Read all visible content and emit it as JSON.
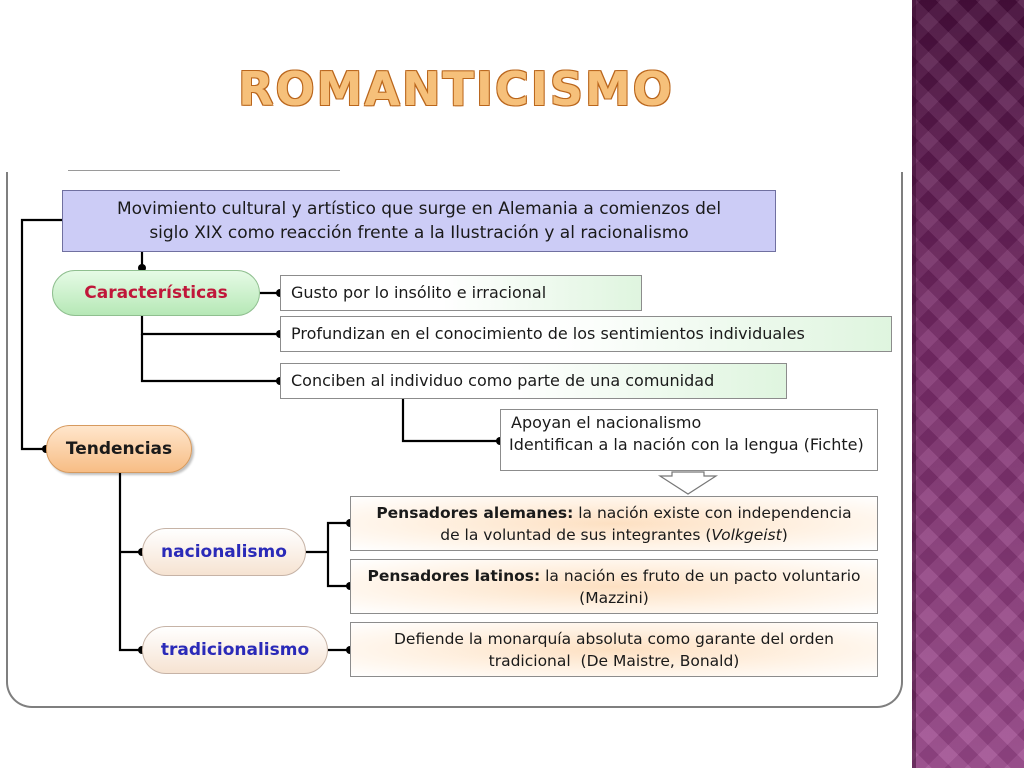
{
  "slide": {
    "title": "ROMANTICISMO"
  },
  "diagram": {
    "main": {
      "line1": "Movimiento cultural y artístico que surge en Alemania a comienzos del",
      "line2": "siglo XIX como reacción frente a la Ilustración y al racionalismo"
    },
    "caracteristicas": {
      "label": "Características",
      "items": [
        "Gusto por lo insólito e irracional",
        "Profundizan en el conocimiento de los sentimientos individuales",
        "Conciben al individuo como parte de una comunidad"
      ],
      "sub": {
        "line1": "Apoyan el nacionalismo",
        "line2": "Identifican a la nación con la lengua (Fichte)"
      }
    },
    "tendencias": {
      "label": "Tendencias",
      "nacionalismo": {
        "label": "nacionalismo",
        "alemanes": {
          "bold": "Pensadores alemanes:",
          "rest": " la nación existe con independencia",
          "line2_pre": "de la voluntad de sus integrantes (",
          "line2_italic": "Volkgeist",
          "line2_post": ")"
        },
        "latinos": {
          "bold": "Pensadores latinos:",
          "rest": " la nación es fruto de un pacto voluntario",
          "line2": "(Mazzini)"
        }
      },
      "tradicionalismo": {
        "label": "tradicionalismo",
        "line1": "Defiende la monarquía absoluta como garante del orden",
        "line2": "tradicional  (De Maistre, Bonald)"
      }
    }
  },
  "colors": {
    "band": "#7a2b6a",
    "title": "#f6c07a",
    "caracteristicas_text": "#c0173a",
    "subtopic_text": "#2a2ab8",
    "main_box": "#ccccf6"
  }
}
